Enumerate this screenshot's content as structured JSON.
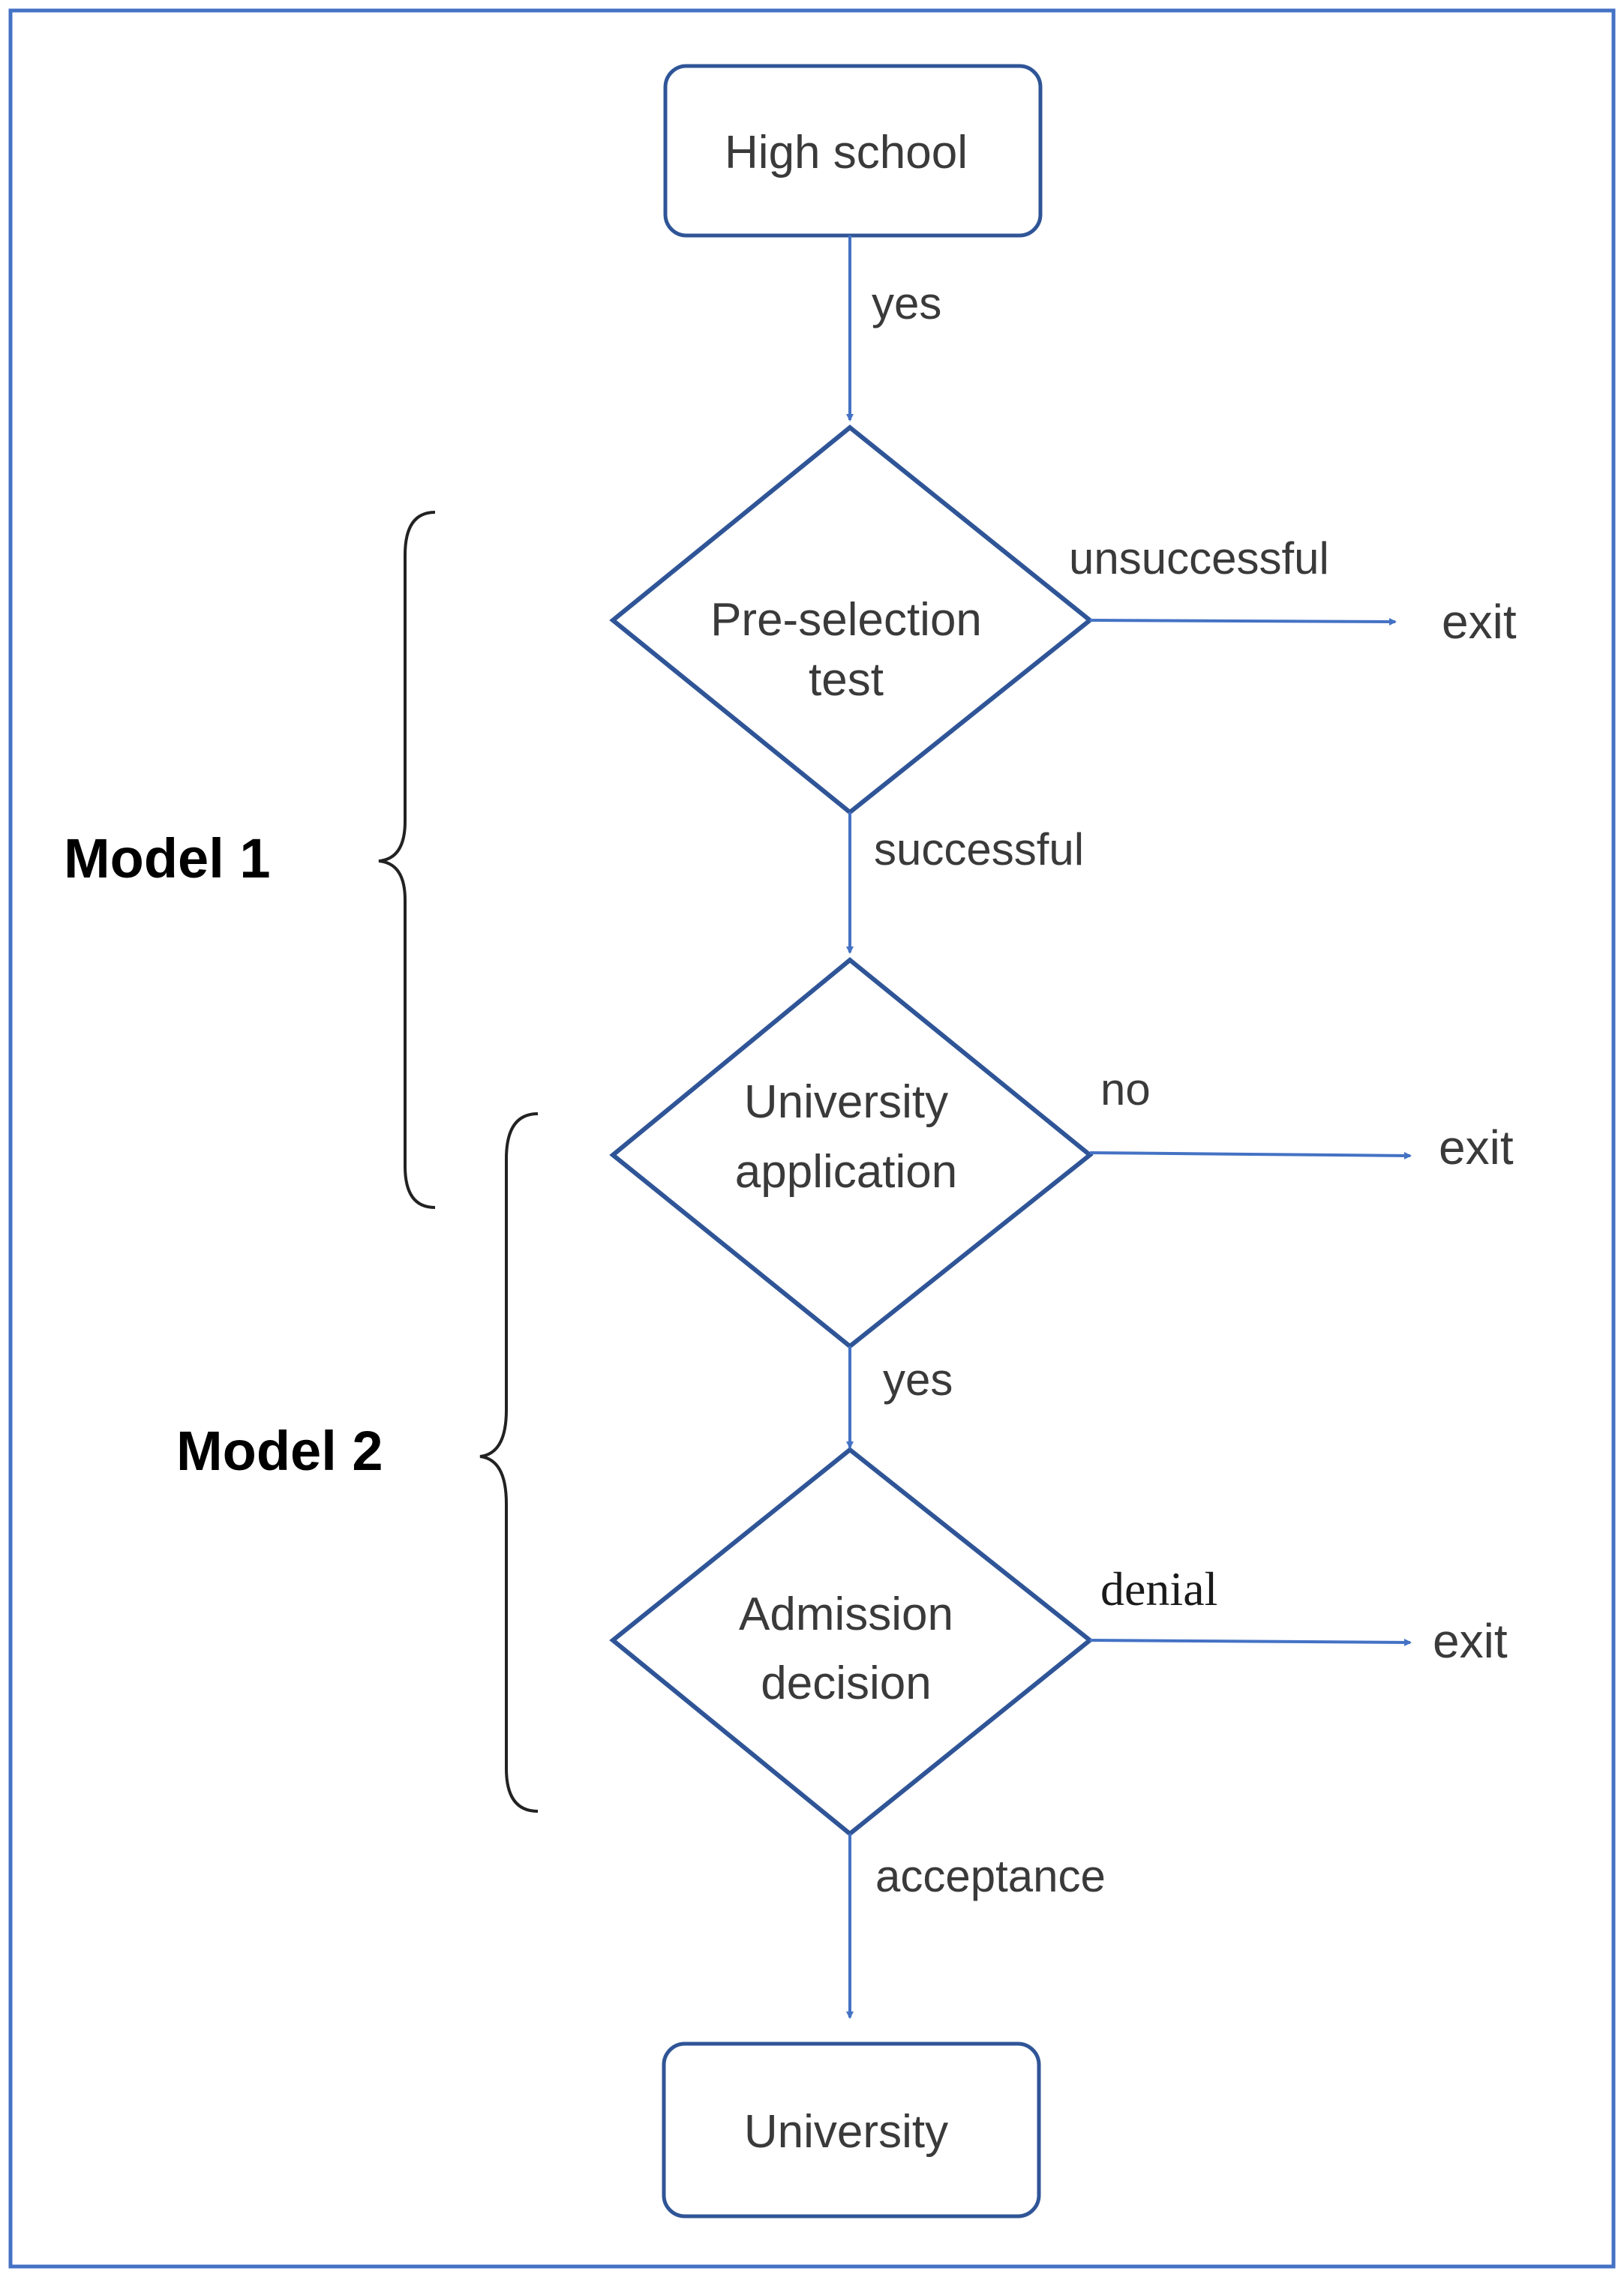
{
  "nodes": {
    "start": "High school",
    "preselection": [
      "Pre-selection",
      "test"
    ],
    "application": [
      "University",
      "application"
    ],
    "admission": [
      "Admission",
      "decision"
    ],
    "end": "University"
  },
  "edges": {
    "start_to_preselection": "yes",
    "preselection_fail": "unsuccessful",
    "preselection_pass": "successful",
    "application_no": "no",
    "application_yes": "yes",
    "admission_deny": "denial",
    "admission_accept": "acceptance"
  },
  "exits": [
    "exit",
    "exit",
    "exit"
  ],
  "groups": {
    "model1": "Model 1",
    "model2": "Model 2"
  },
  "colors": {
    "frame": "#4472c4",
    "node_stroke": "#2f5597",
    "arrow": "#4472c4",
    "bracket": "#222222"
  }
}
